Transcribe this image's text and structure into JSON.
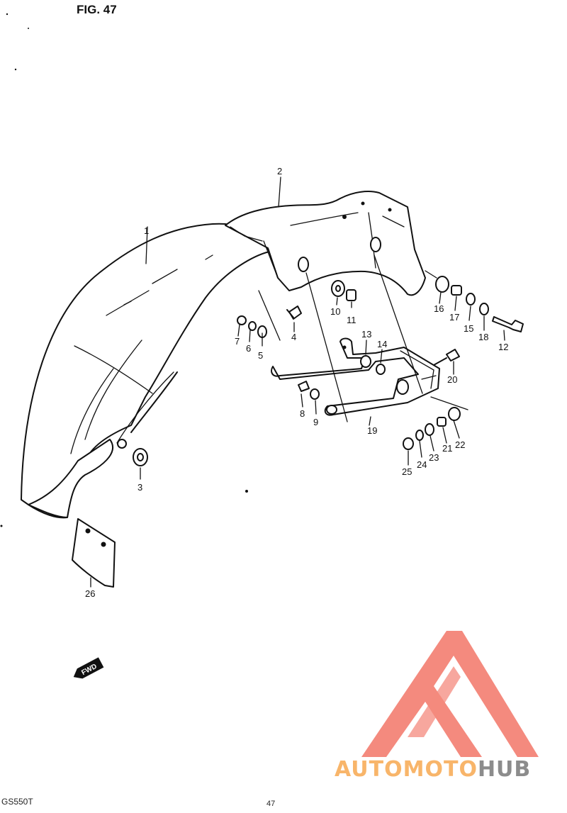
{
  "figure": {
    "title": "FIG. 47"
  },
  "footer": {
    "model_code": "GS550T",
    "page_number": "47"
  },
  "fwd_tag": "FWD",
  "part_labels": [
    {
      "id": "1",
      "text": "1"
    },
    {
      "id": "2",
      "text": "2"
    },
    {
      "id": "3",
      "text": "3"
    },
    {
      "id": "4",
      "text": "4"
    },
    {
      "id": "5",
      "text": "5"
    },
    {
      "id": "6",
      "text": "6"
    },
    {
      "id": "7",
      "text": "7"
    },
    {
      "id": "8",
      "text": "8"
    },
    {
      "id": "9",
      "text": "9"
    },
    {
      "id": "10",
      "text": "10"
    },
    {
      "id": "11",
      "text": "11"
    },
    {
      "id": "12",
      "text": "12"
    },
    {
      "id": "13",
      "text": "13"
    },
    {
      "id": "14",
      "text": "14"
    },
    {
      "id": "15",
      "text": "15"
    },
    {
      "id": "16",
      "text": "16"
    },
    {
      "id": "17",
      "text": "17"
    },
    {
      "id": "18",
      "text": "18"
    },
    {
      "id": "19",
      "text": "19"
    },
    {
      "id": "20",
      "text": "20"
    },
    {
      "id": "21",
      "text": "21"
    },
    {
      "id": "22",
      "text": "22"
    },
    {
      "id": "23",
      "text": "23"
    },
    {
      "id": "24",
      "text": "24"
    },
    {
      "id": "25",
      "text": "25"
    },
    {
      "id": "26",
      "text": "26"
    }
  ],
  "watermark": {
    "text_part1": "AUTOMOTO",
    "text_part2": "HUB",
    "color_primary": "#f48a7e",
    "color_secondary": "#f8b56a",
    "color_dark": "#8c8c8c"
  }
}
